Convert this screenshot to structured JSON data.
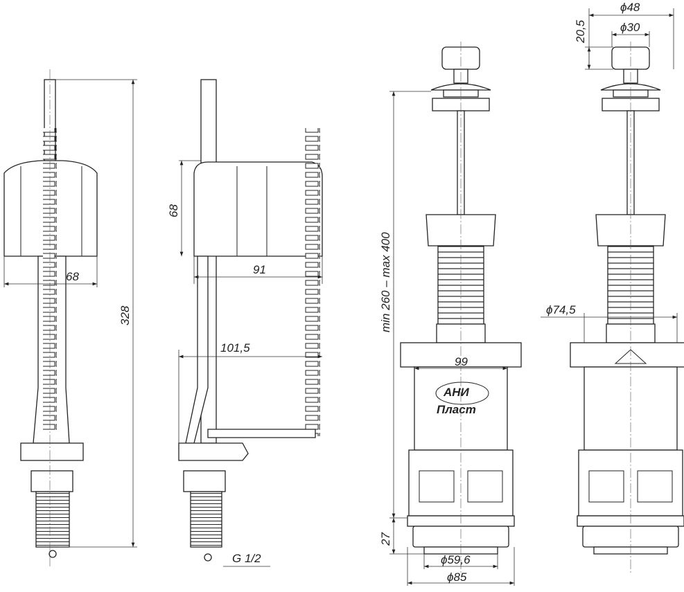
{
  "drawings": {
    "fill_valve_front": {
      "width_dim": "68",
      "height_dim": "328"
    },
    "fill_valve_side": {
      "float_height_dim": "68",
      "float_width_dim": "91",
      "arm_reach_dim": "101,5",
      "thread_label": "G 1/2"
    },
    "flush_valve_front": {
      "height_range_dim": "min 260 – max 400",
      "body_width_dim": "99",
      "nut_height_dim": "27",
      "thread_dia_dim": "ϕ59,6",
      "nut_dia_dim": "ϕ85",
      "logo_text": "АНИ Пласт"
    },
    "flush_valve_side": {
      "body_dia_dim": "ϕ74,5",
      "button_outer_dia_dim": "ϕ48",
      "button_dia_dim": "ϕ30",
      "button_height_dim": "20,5"
    }
  }
}
